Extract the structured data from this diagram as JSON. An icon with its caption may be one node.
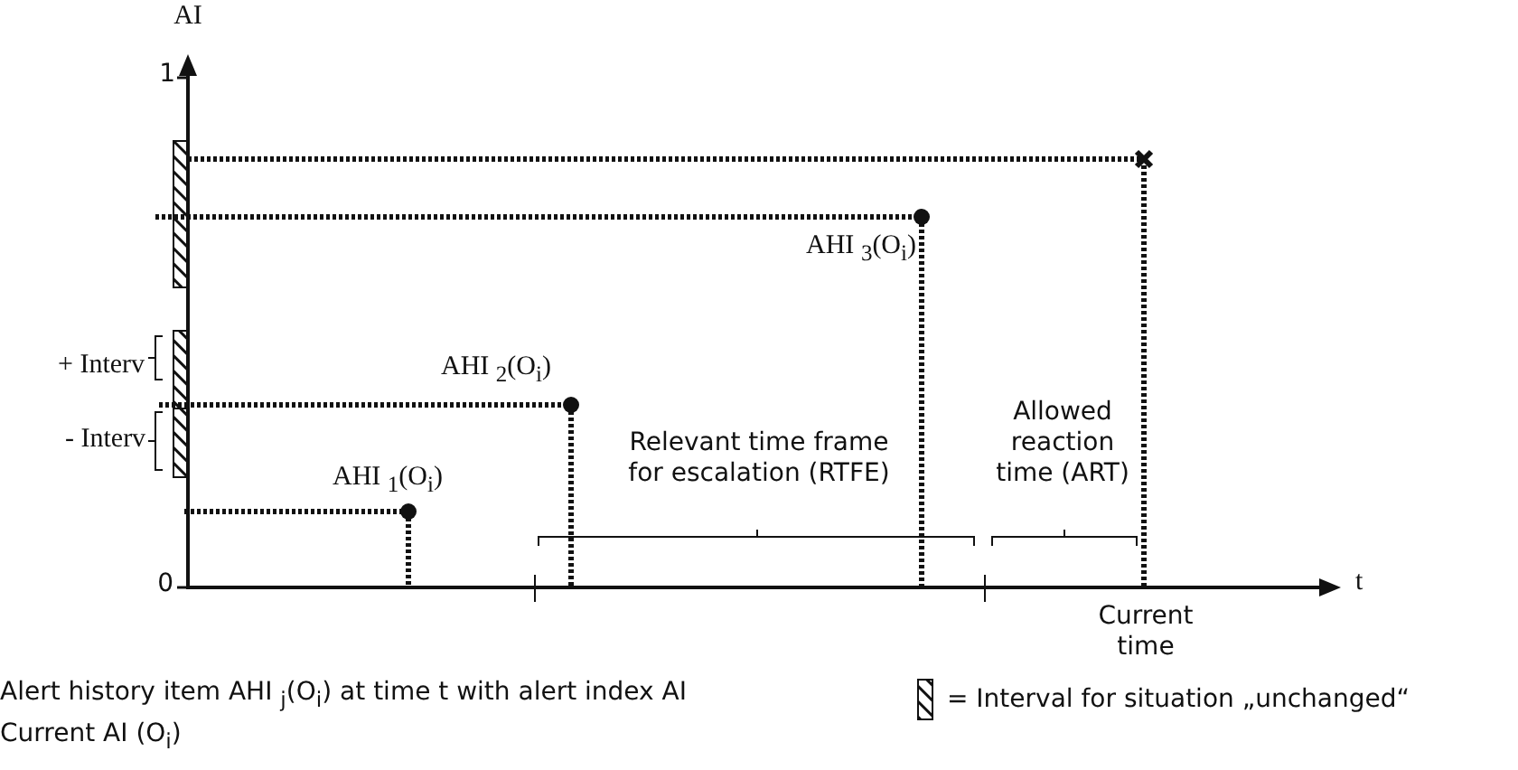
{
  "diagram": {
    "labels": [
      "AI",
      "1",
      "AHI $_{3}$(O$_{i}$)",
      "+ Interv",
      "AHI $_{2}$(O$_{i}$)",
      "- Interv",
      "Relevant time frame for escalation (RTFE)",
      "Allowed reaction time (ART)",
      "AHI $_{1}$(O$_{i}$)",
      "0",
      "t",
      "Current time",
      "Alert history item AHI $_{j}$(O$_{i}$) at time t with alert index AI",
      "Current AI (O$_{i}$)"
    ],
    "legend": [
      {
        "text": "= Interval for situation „unchanged“"
      }
    ]
  }
}
